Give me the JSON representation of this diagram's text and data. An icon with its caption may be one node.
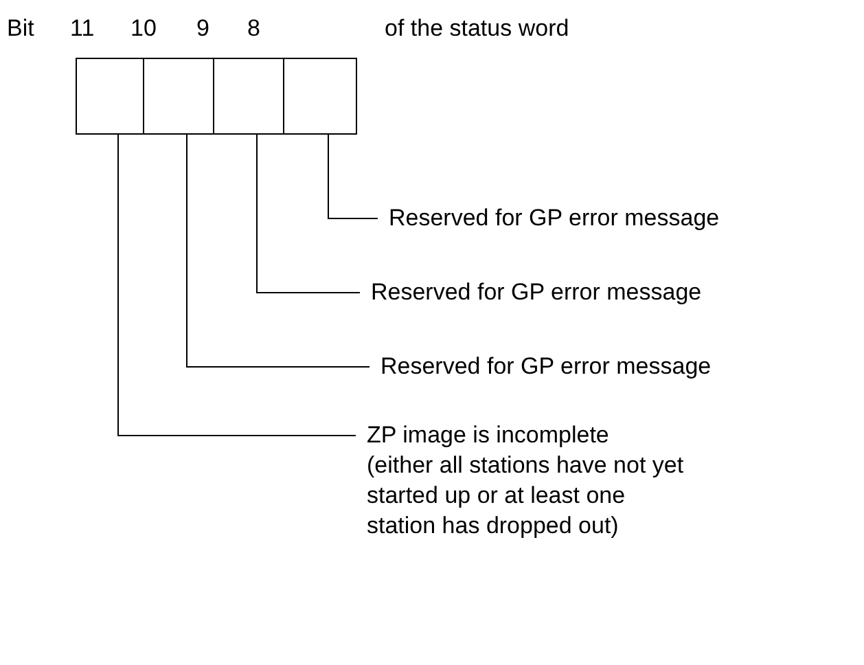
{
  "diagram": {
    "nodes": [
      {
        "text": [],
        "shape": "box"
      },
      {
        "text": [],
        "shape": "box"
      },
      {
        "text": [],
        "shape": "box"
      },
      {
        "text": [],
        "shape": "box"
      },
      {
        "text": [
          "Reserved for GP error message"
        ]
      },
      {
        "text": [
          "Reserved for GP error message"
        ]
      },
      {
        "text": [
          "Reserved for GP error message"
        ]
      },
      {
        "text": [
          "ZP image is incomplete",
          "(either all stations have not yet started up or at least one station has dropped out)"
        ]
      }
    ],
    "edges": [
      {
        "from": 4,
        "to": 3,
        "arrow": "none"
      },
      {
        "from": 5,
        "to": 2,
        "arrow": "none"
      },
      {
        "from": 6,
        "to": 1,
        "arrow": "none"
      },
      {
        "from": 7,
        "to": 0,
        "arrow": "none"
      }
    ],
    "labels": [
      "Bit",
      "11",
      "10",
      "9",
      "8",
      "of the status word"
    ]
  }
}
